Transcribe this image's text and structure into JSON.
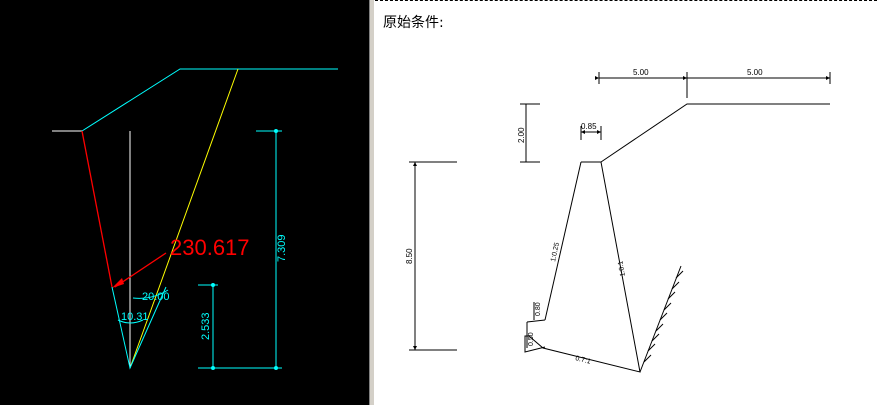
{
  "colors": {
    "cad_background": "#000000",
    "cyan": "#00ffff",
    "red": "#ff0000",
    "yellow": "#ffff00",
    "white": "#ffffff",
    "panel_background": "#ffffff",
    "panel_ink": "#000000"
  },
  "cad_view": {
    "force_label": "230.617",
    "angle_label_top": "20.00",
    "angle_label_bottom": "10.31",
    "dimension_short": "2.533",
    "dimension_tall": "7.309"
  },
  "section_panel": {
    "caption": "原始条件:",
    "dim_top_left": "5.00",
    "dim_top_right": "5.00",
    "dim_crest_width": "0.85",
    "dim_fill_height": "2.00",
    "dim_wall_height": "8.50",
    "dim_front_slope": "1:0.25",
    "dim_back_slope": "1:0.1",
    "dim_toe_height_a": "0.80",
    "dim_toe_height_b": "0.50",
    "dim_base_slope": "0.7:1"
  }
}
